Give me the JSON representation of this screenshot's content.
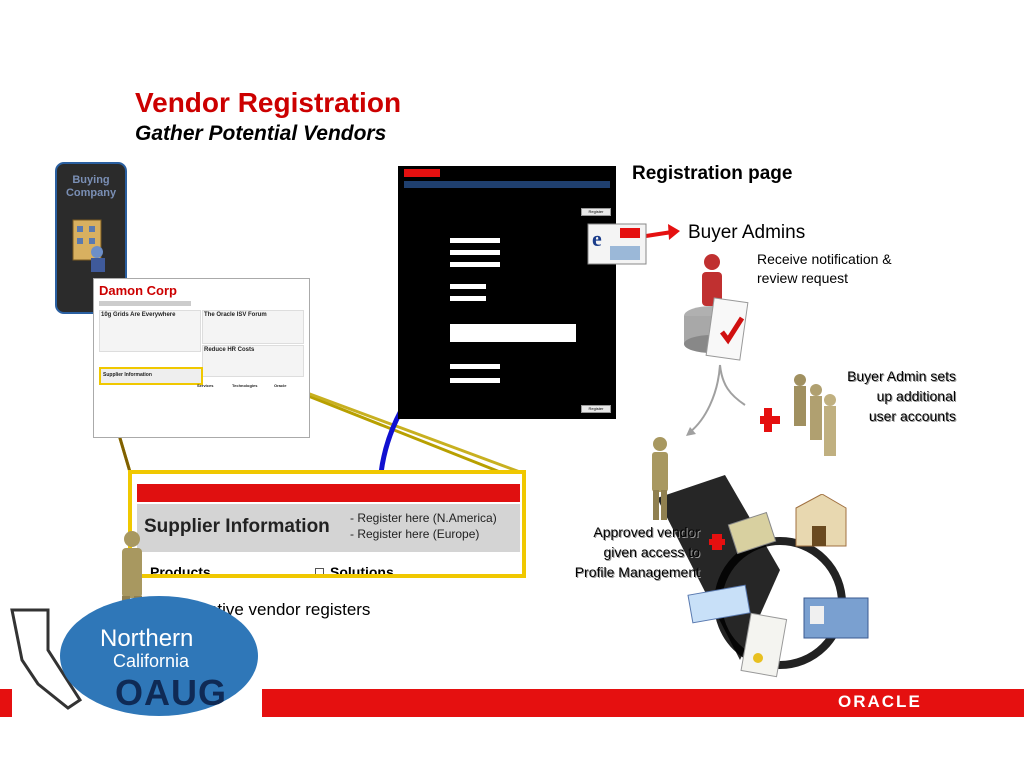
{
  "slide": {
    "title": "Vendor Registration",
    "subtitle": "Gather Potential Vendors"
  },
  "buying_company": {
    "label_line1": "Buying",
    "label_line2": "Company"
  },
  "damon_screen": {
    "logo": "Damon Corp",
    "panel1_title": "10g Grids Are Everywhere",
    "panel2_title": "The Oracle ISV Forum",
    "panel3_title": "Reduce HR Costs",
    "supplier_label": "Supplier Information",
    "col_services": "Services",
    "col_technologies": "Technologies",
    "col_oracle": "Oracle"
  },
  "registration": {
    "label": "Registration page",
    "button": "Register"
  },
  "zoom": {
    "heading": "Supplier Information",
    "link_na": "- Register here (N.America)",
    "link_eu": "- Register here (Europe)",
    "products": "Products",
    "solutions": "Solutions"
  },
  "buyer_admins": {
    "label": "Buyer Admins",
    "note_line1": "Receive notification &",
    "note_line2": "review request"
  },
  "buyer_admin_sets": {
    "line1": "Buyer Admin sets",
    "line2": "up additional",
    "line3": "user accounts"
  },
  "approved_vendor": {
    "line1": "Approved vendor",
    "line2": "given access to",
    "line3": "Profile Management"
  },
  "prospective": "Prospective vendor registers",
  "oaug": {
    "line1": "Northern",
    "line2": "California",
    "line3": "OAUG"
  },
  "footer": {
    "oracle": "ORACLE"
  },
  "colors": {
    "accent_red": "#e51010",
    "zoom_border": "#f0c800",
    "arrow_blue": "#1010d0"
  }
}
